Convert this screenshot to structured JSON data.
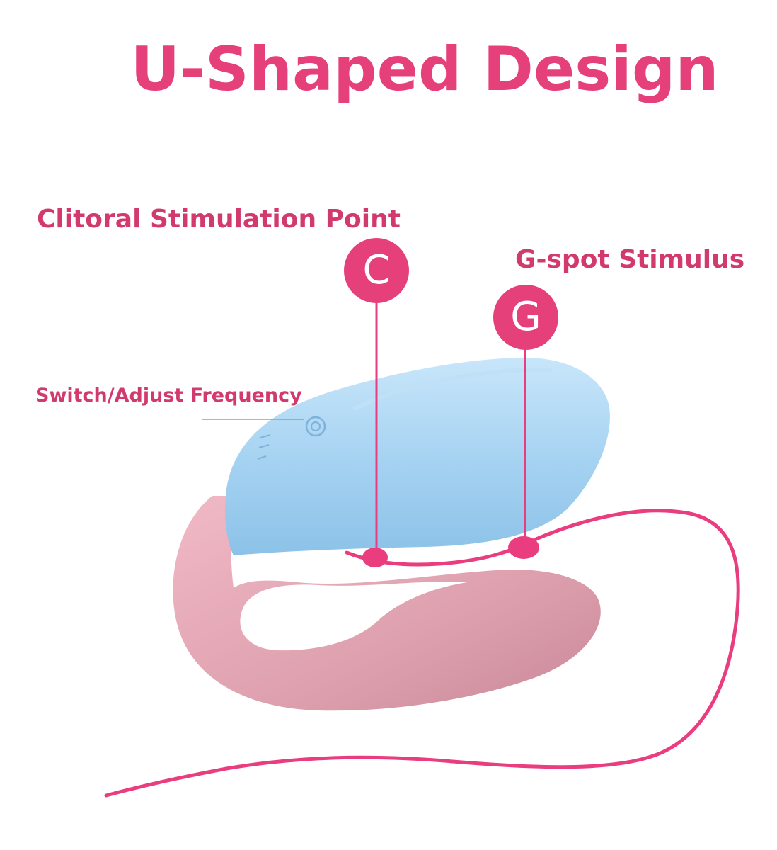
{
  "title": "U-Shaped Design",
  "labels": {
    "clitoral": "Clitoral Stimulation Point",
    "gspot": "G-spot Stimulus",
    "switch": "Switch/Adjust Frequency"
  },
  "badges": {
    "c": "C",
    "g": "G"
  },
  "colors": {
    "accent": "#e6407a",
    "label_text": "#d23a6e",
    "device_blue": "#a8d4f2",
    "device_pink": "#e6a6b4",
    "cord": "#ea3d80"
  }
}
